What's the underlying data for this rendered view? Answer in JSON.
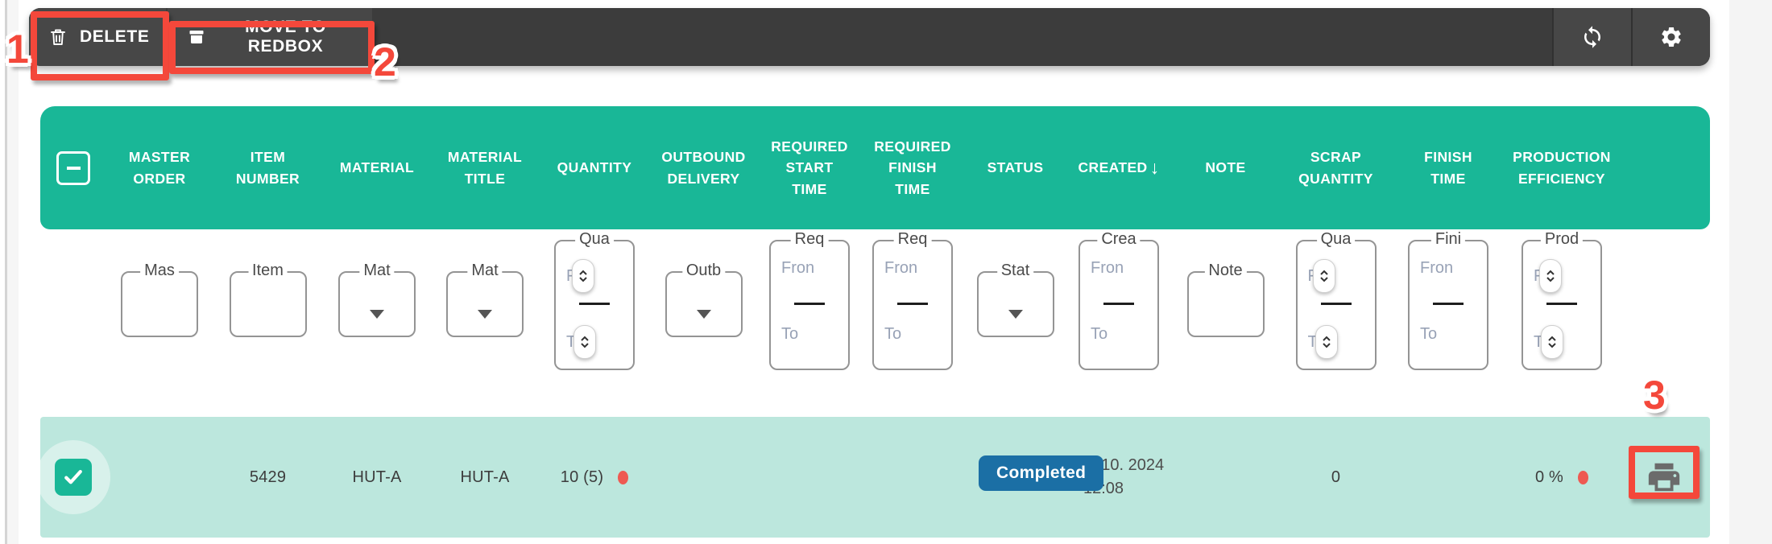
{
  "window": {
    "bg": "#ffffff",
    "right_gutter_color": "#f4f4f4"
  },
  "toolbar": {
    "bg": "#3c3c3c",
    "button_bg": "#474747",
    "delete_button": {
      "label": "DELETE",
      "icon": "trash-icon"
    },
    "move_button": {
      "label": "MOVE TO REDBOX",
      "icon": "archive-box-icon"
    },
    "refresh_button": {
      "icon": "refresh-icon"
    },
    "settings_button": {
      "icon": "gear-icon"
    }
  },
  "annotations": {
    "color": "#f4483b",
    "items": [
      "1",
      "2",
      "3"
    ]
  },
  "table": {
    "header_bg": "#19b797",
    "row_bg": "#bce7dd",
    "select_all_state": "indeterminate",
    "sort_icon": "↓",
    "columns": [
      {
        "label": "MASTER\nORDER"
      },
      {
        "label": "ITEM\nNUMBER"
      },
      {
        "label": "MATERIAL"
      },
      {
        "label": "MATERIAL\nTITLE"
      },
      {
        "label": "QUANTITY"
      },
      {
        "label": "OUTBOUND\nDELIVERY"
      },
      {
        "label": "REQUIRED\nSTART\nTIME"
      },
      {
        "label": "REQUIRED\nFINISH\nTIME"
      },
      {
        "label": "STATUS"
      },
      {
        "label": "CREATED",
        "sorted": "desc"
      },
      {
        "label": "NOTE"
      },
      {
        "label": "SCRAP\nQUANTITY"
      },
      {
        "label": "FINISH\nTIME"
      },
      {
        "label": "PRODUCTION\nEFFICIENCY"
      }
    ],
    "filters": [
      {
        "label": "Mas",
        "type": "text"
      },
      {
        "label": "Item",
        "type": "text"
      },
      {
        "label": "Mat",
        "type": "select"
      },
      {
        "label": "Mat",
        "type": "select"
      },
      {
        "label": "Qua",
        "type": "number-range",
        "from": "Fr",
        "to": "To"
      },
      {
        "label": "Outb",
        "type": "select"
      },
      {
        "label": "Req",
        "type": "range",
        "from": "Fron",
        "to": "To"
      },
      {
        "label": "Req",
        "type": "range",
        "from": "Fron",
        "to": "To"
      },
      {
        "label": "Stat",
        "type": "select"
      },
      {
        "label": "Crea",
        "type": "range",
        "from": "Fron",
        "to": "To"
      },
      {
        "label": "Note",
        "type": "text"
      },
      {
        "label": "Qua",
        "type": "number-range",
        "from": "Fr",
        "to": "To"
      },
      {
        "label": "Fini",
        "type": "range",
        "from": "Fron",
        "to": "To"
      },
      {
        "label": "Prod",
        "type": "number-range",
        "from": "Fr",
        "to": "To"
      }
    ],
    "row": {
      "selected": true,
      "master_order": "",
      "item_number": "5429",
      "material": "HUT-A",
      "material_title": "HUT-A",
      "quantity": "10 (5)",
      "outbound_delivery": "",
      "required_start_time": "",
      "required_finish_time": "",
      "status": "Completed",
      "status_bg": "#1b6fa5",
      "created_date": "4. 10. 2024",
      "created_time": "12:08",
      "note": "",
      "scrap_quantity": "0",
      "finish_time": "",
      "production_efficiency": "0 %",
      "flag_color": "#ee5a52"
    }
  }
}
